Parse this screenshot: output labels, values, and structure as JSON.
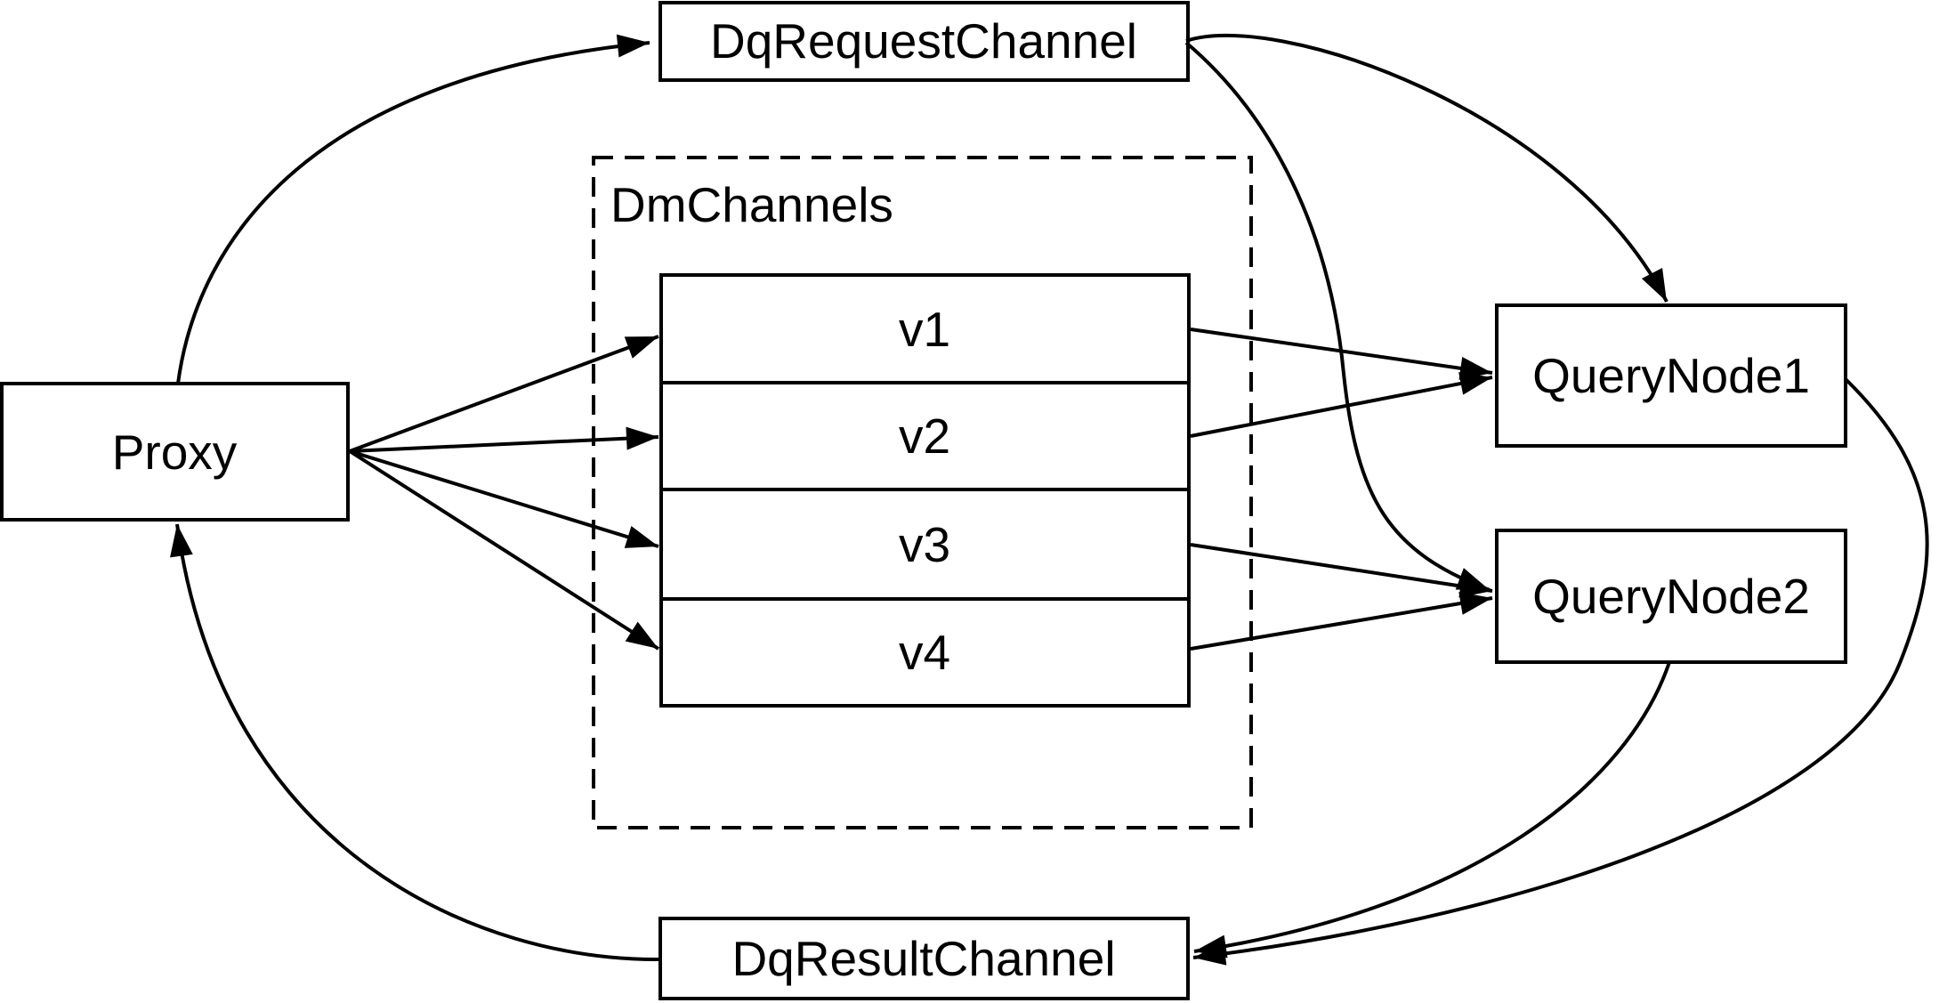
{
  "diagram": {
    "type": "flow-diagram",
    "background_color": "#ffffff",
    "line_color": "#000000",
    "text_color": "#000000",
    "nodes": {
      "proxy": {
        "label": "Proxy"
      },
      "dq_request_channel": {
        "label": "DqRequestChannel"
      },
      "dm_channels": {
        "label": "DmChannels",
        "style": "dashed-container",
        "channels": [
          "v1",
          "v2",
          "v3",
          "v4"
        ]
      },
      "query_node_1": {
        "label": "QueryNode1"
      },
      "query_node_2": {
        "label": "QueryNode2"
      },
      "dq_result_channel": {
        "label": "DqResultChannel"
      }
    },
    "edges": [
      {
        "from": "Proxy",
        "to": "DqRequestChannel"
      },
      {
        "from": "Proxy",
        "to": "v1"
      },
      {
        "from": "Proxy",
        "to": "v2"
      },
      {
        "from": "Proxy",
        "to": "v3"
      },
      {
        "from": "Proxy",
        "to": "v4"
      },
      {
        "from": "v1",
        "to": "QueryNode1"
      },
      {
        "from": "v2",
        "to": "QueryNode1"
      },
      {
        "from": "v3",
        "to": "QueryNode2"
      },
      {
        "from": "v4",
        "to": "QueryNode2"
      },
      {
        "from": "DqRequestChannel",
        "to": "QueryNode1"
      },
      {
        "from": "DqRequestChannel",
        "to": "QueryNode2"
      },
      {
        "from": "QueryNode1",
        "to": "DqResultChannel"
      },
      {
        "from": "QueryNode2",
        "to": "DqResultChannel"
      },
      {
        "from": "DqResultChannel",
        "to": "Proxy"
      }
    ]
  }
}
